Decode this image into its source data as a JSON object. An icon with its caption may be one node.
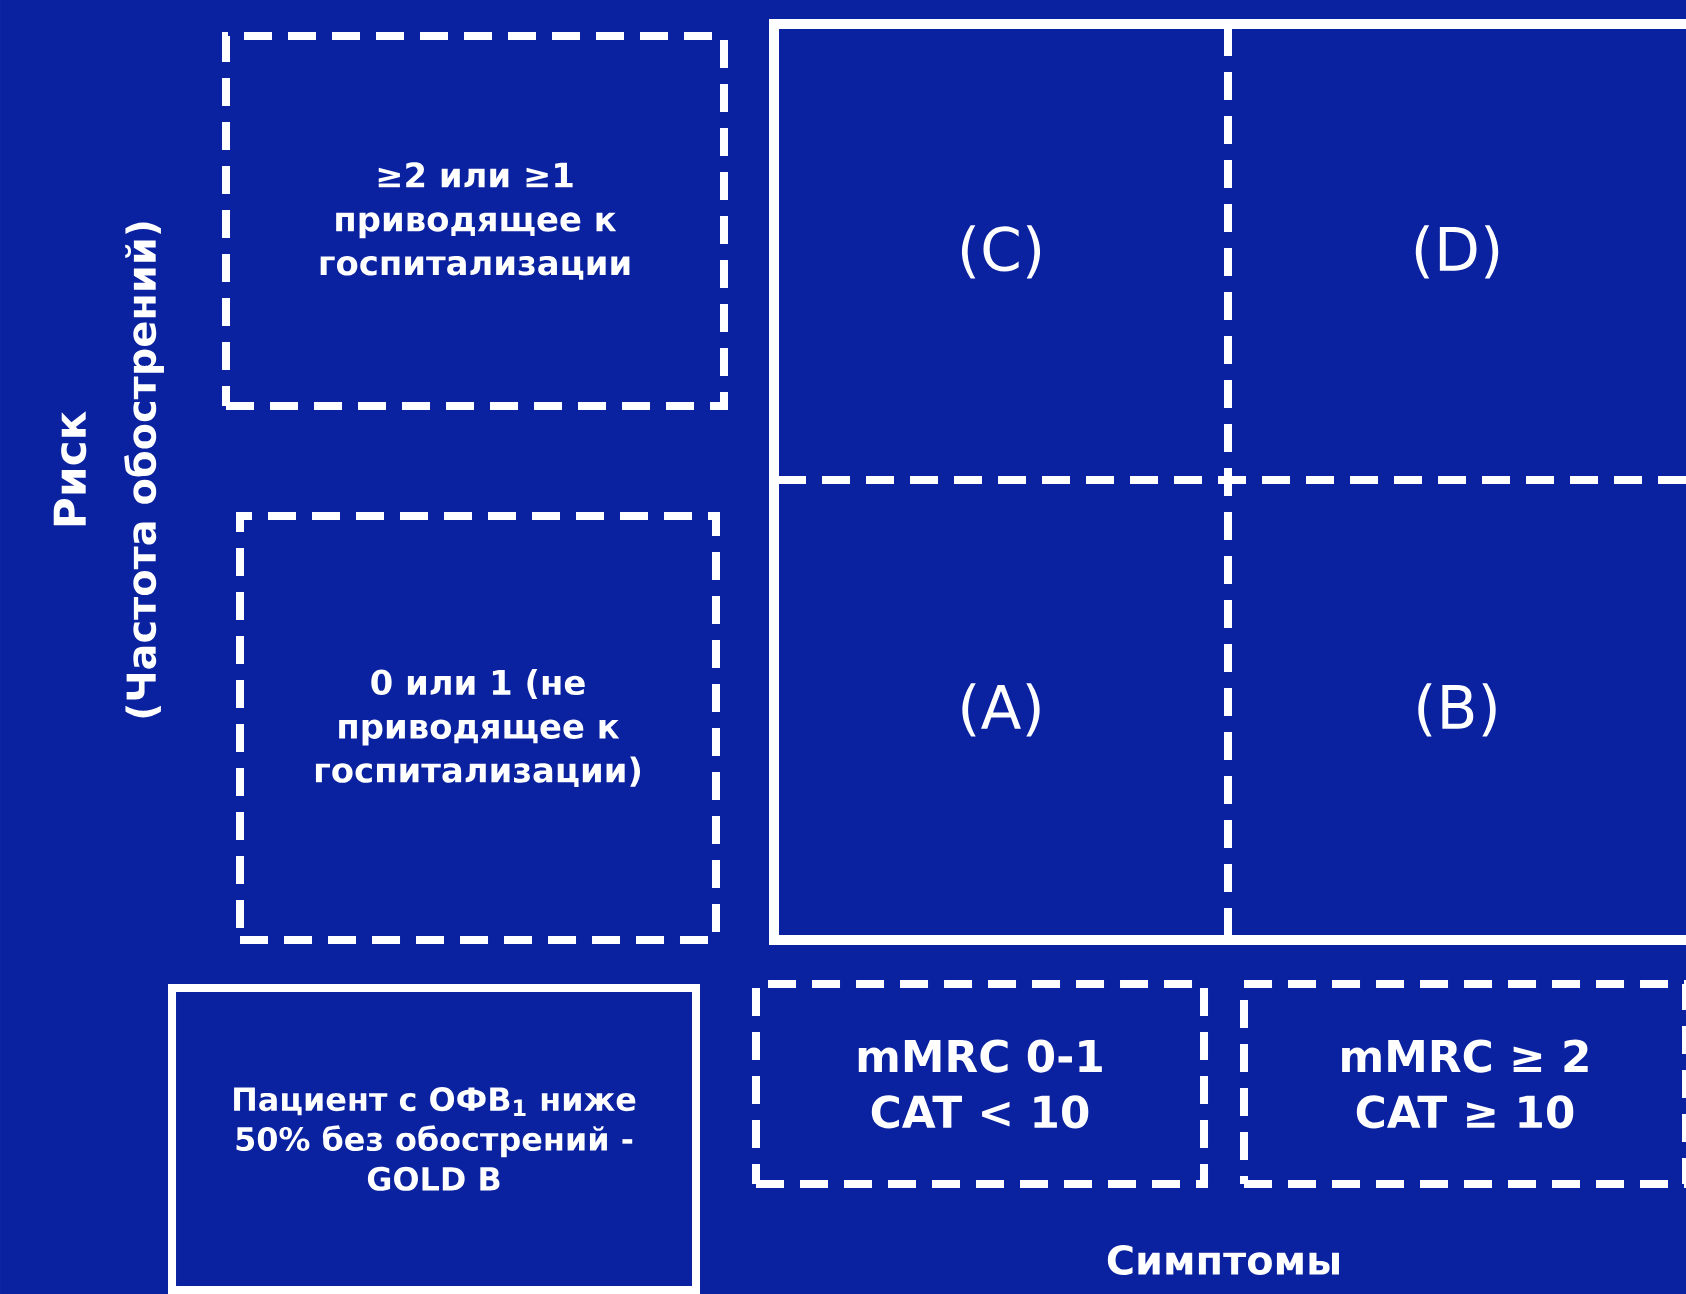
{
  "diagram": {
    "nodes": [
      {
        "text": [
          "≥2 или ≥1 приводящее к госпитализации"
        ]
      },
      {
        "text": [
          "0 или 1 (не приводящее к госпитализации)"
        ]
      },
      {
        "text": [
          "(C)"
        ]
      },
      {
        "text": [
          "(D)"
        ]
      },
      {
        "text": [
          "(A)"
        ]
      },
      {
        "text": [
          "(B)"
        ]
      },
      {
        "text": [
          "Пациент с ОФВ$_{1}$ ниже 50% без обострений - GOLD B"
        ]
      },
      {
        "text": [
          "mMRC 0-1 CAT < 10"
        ]
      },
      {
        "text": [
          "mMRC ≥ 2 CAT ≥ 10"
        ]
      }
    ],
    "labels": [
      "Риск",
      "(Частота обострений)",
      "Симптомы"
    ]
  }
}
